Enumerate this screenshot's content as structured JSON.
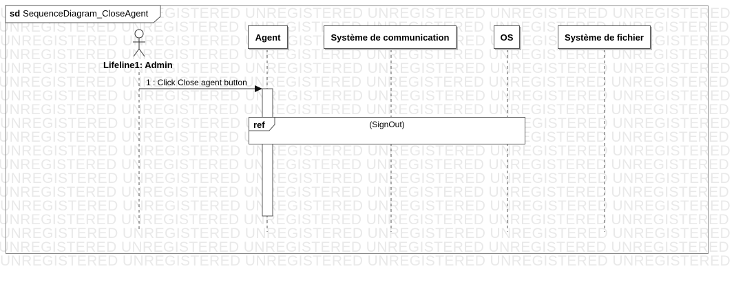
{
  "frame": {
    "keyword": "sd",
    "name": "SequenceDiagram_CloseAgent"
  },
  "actor": {
    "label": "Lifeline1: Admin"
  },
  "lifelines": [
    {
      "id": "agent",
      "label": "Agent"
    },
    {
      "id": "comm",
      "label": "Système de communication"
    },
    {
      "id": "os",
      "label": "OS"
    },
    {
      "id": "fs",
      "label": "Système de fichier"
    }
  ],
  "messages": [
    {
      "label": "1 : Click Close agent button"
    }
  ],
  "fragment": {
    "operator": "ref",
    "text": "(SignOut)"
  },
  "watermark": {
    "text": "UNREGISTERED"
  }
}
